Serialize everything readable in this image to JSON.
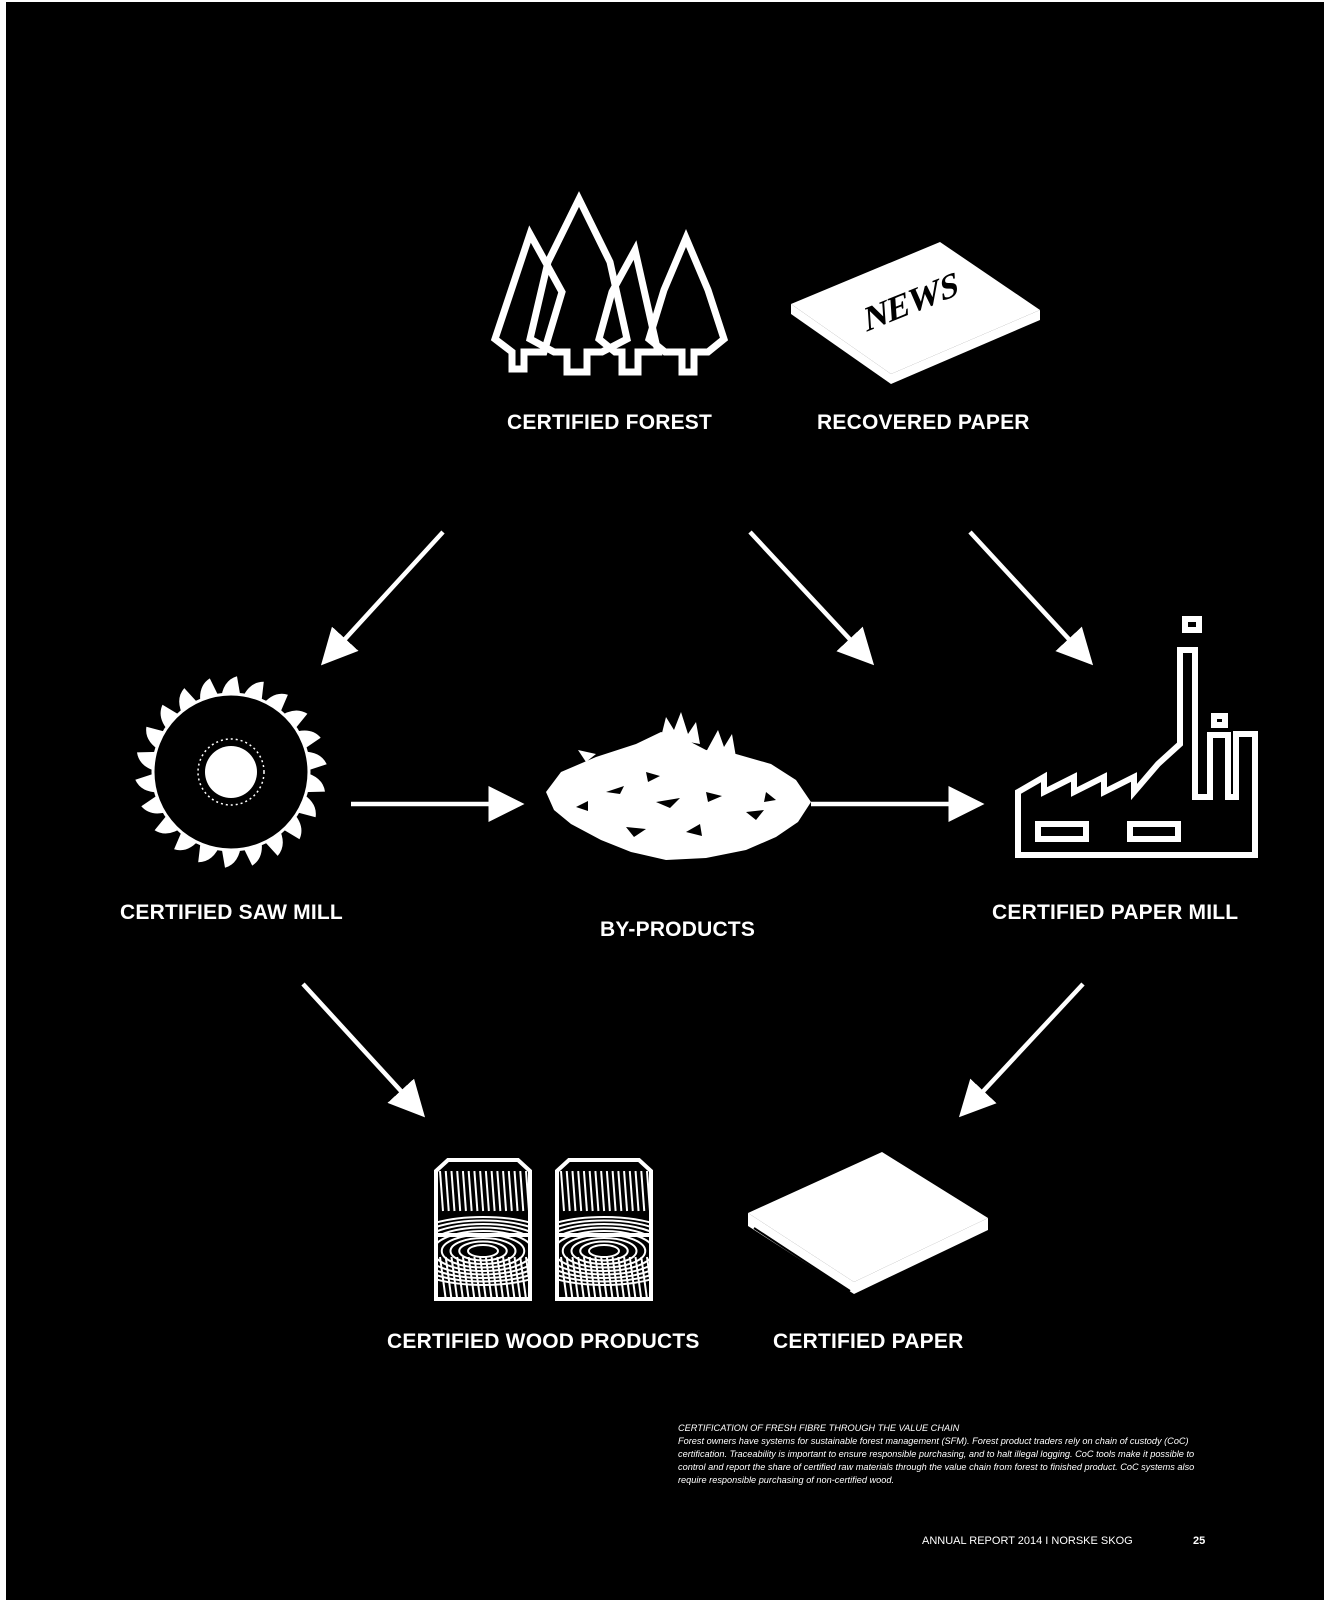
{
  "nodes": {
    "certified_forest": "CERTIFIED FOREST",
    "recovered_paper": "RECOVERED PAPER",
    "certified_saw_mill": "CERTIFIED SAW MILL",
    "by_products": "BY-PRODUCTS",
    "certified_paper_mill": "CERTIFIED PAPER MILL",
    "certified_wood_products": "CERTIFIED WOOD PRODUCTS",
    "certified_paper": "CERTIFIED PAPER"
  },
  "newspaper_text": "NEWS",
  "caption": {
    "title": "CERTIFICATION OF FRESH FIBRE THROUGH THE VALUE CHAIN",
    "body": "Forest owners have systems for sustainable forest management (SFM). Forest product traders rely on chain of custody (CoC) certification. Traceability is important to ensure responsible purchasing, and to halt illegal logging. CoC tools make it possible to control and report the share of certified raw materials through the value chain from forest to finished product. CoC systems also require responsible purchasing of non-certified wood."
  },
  "footer": {
    "text": "ANNUAL REPORT 2014  I  NORSKE SKOG",
    "page": "25"
  },
  "colors": {
    "background": "#000000",
    "foreground": "#ffffff"
  }
}
